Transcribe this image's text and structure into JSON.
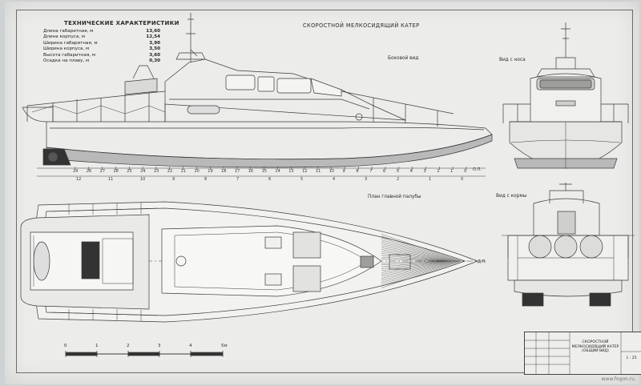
{
  "drawing": {
    "title": "СКОРОСТНОЙ МЕЛКОСИДЯЩИЙ КАТЕР",
    "views": {
      "side": "Боковой вид",
      "bow": "Вид с носа",
      "deck": "План главной палубы",
      "stern": "Вид с кормы"
    },
    "specs": {
      "heading": "ТЕХНИЧЕСКИЕ ХАРАКТЕРИСТИКИ",
      "rows": [
        {
          "label": "Длина габаритная, м",
          "value": "13,60"
        },
        {
          "label": "Длина корпуса, м",
          "value": "12,54"
        },
        {
          "label": "Ширина габаритная, м",
          "value": "3,90"
        },
        {
          "label": "Ширина корпуса, м",
          "value": "3,50"
        },
        {
          "label": "Высота габаритная, м",
          "value": "3,60"
        },
        {
          "label": "Осадка на плаву, м",
          "value": "0,30"
        }
      ]
    },
    "stations_top": [
      "24",
      "26",
      "27",
      "28",
      "25",
      "24",
      "23",
      "22",
      "21",
      "20",
      "19",
      "18",
      "17",
      "16",
      "15",
      "14",
      "13",
      "12",
      "11",
      "10",
      "9",
      "8",
      "7",
      "6",
      "5",
      "4",
      "3",
      "2",
      "1",
      "0"
    ],
    "stations_bottom": [
      "12",
      "11",
      "10",
      "9",
      "8",
      "7",
      "6",
      "5",
      "4",
      "3",
      "2",
      "1",
      "0"
    ],
    "baseline_label": "О.Л.",
    "dp_label": "Д.П.",
    "scale": {
      "ticks": [
        "0",
        "1",
        "2",
        "3",
        "4",
        "5м"
      ]
    },
    "stamp": {
      "title": "СКОРОСТНОЙ МЕЛКОСИДЯЩИЙ КАТЕР (ОБЩИЙ ВИД)",
      "sheet": "1 : 25"
    },
    "watermark": "www.fogon.ru"
  },
  "colors": {
    "paper": "#ecedeb",
    "ink": "#3a3a3a",
    "hull_shade": "#b9b9b9",
    "dark": "#333333"
  }
}
